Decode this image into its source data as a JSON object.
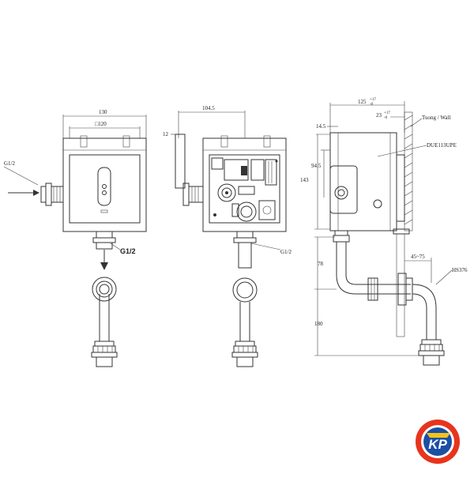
{
  "labels": {
    "front_width_overall": "130",
    "front_width_inner": "□120",
    "inlet_thread_left": "G1/2",
    "outlet_thread_front": "G1/2",
    "middle_width": "104.5",
    "middle_offset": "12",
    "outlet_thread_middle": "G1/2",
    "side_depth": "125",
    "side_depth_tol_upper": "+17",
    "side_depth_tol_lower": "-0",
    "side_wall_gap": "23",
    "side_wall_gap_tol_upper": "+17",
    "side_wall_gap_tol_lower": "-0",
    "wall_label": "Tuong / Wall",
    "model_label": "DUE113UPE",
    "dim_14_5": "14.5",
    "dim_94_5": "94.5",
    "dim_143": "143",
    "dim_78": "78",
    "dim_180": "180",
    "dim_45_75": "45~75",
    "pipe_code": "HS376"
  },
  "logo": {
    "text": "KP",
    "ring_color": "#e8341c",
    "inner_color": "#1a4fa3",
    "accent_color": "#f4c21b"
  },
  "colors": {
    "line": "#333333",
    "background": "#ffffff"
  }
}
